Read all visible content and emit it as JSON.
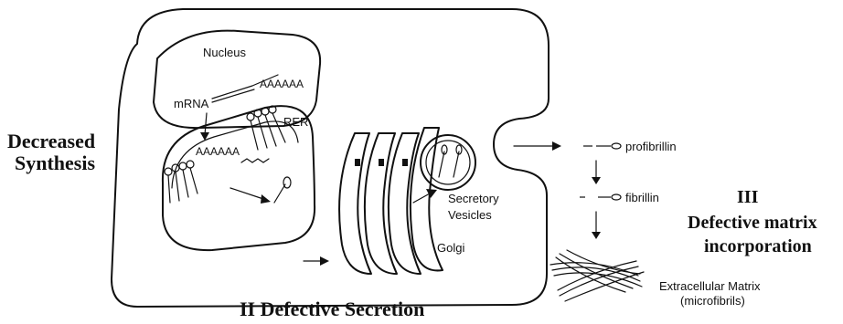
{
  "labels": {
    "nucleus": "Nucleus",
    "mrna": "mRNA",
    "polya_top": "AAAAAA",
    "polya_rer": "AAAAAA",
    "rer": "RER",
    "golgi": "Golgi",
    "secretory_line1": "Secretory",
    "secretory_line2": "Vesicles",
    "profibrillin": "profibrillin",
    "fibrillin": "fibrillin",
    "matrix_line1": "Extracellular Matrix",
    "matrix_line2": "(microfibrils)"
  },
  "headings": {
    "decreased_line1": "Decreased",
    "decreased_line2": "Synthesis",
    "secretion": "II Defective Secretion",
    "matrix_numeral": "III",
    "matrix_line1": "Defective matrix",
    "matrix_line2": "incorporation"
  }
}
